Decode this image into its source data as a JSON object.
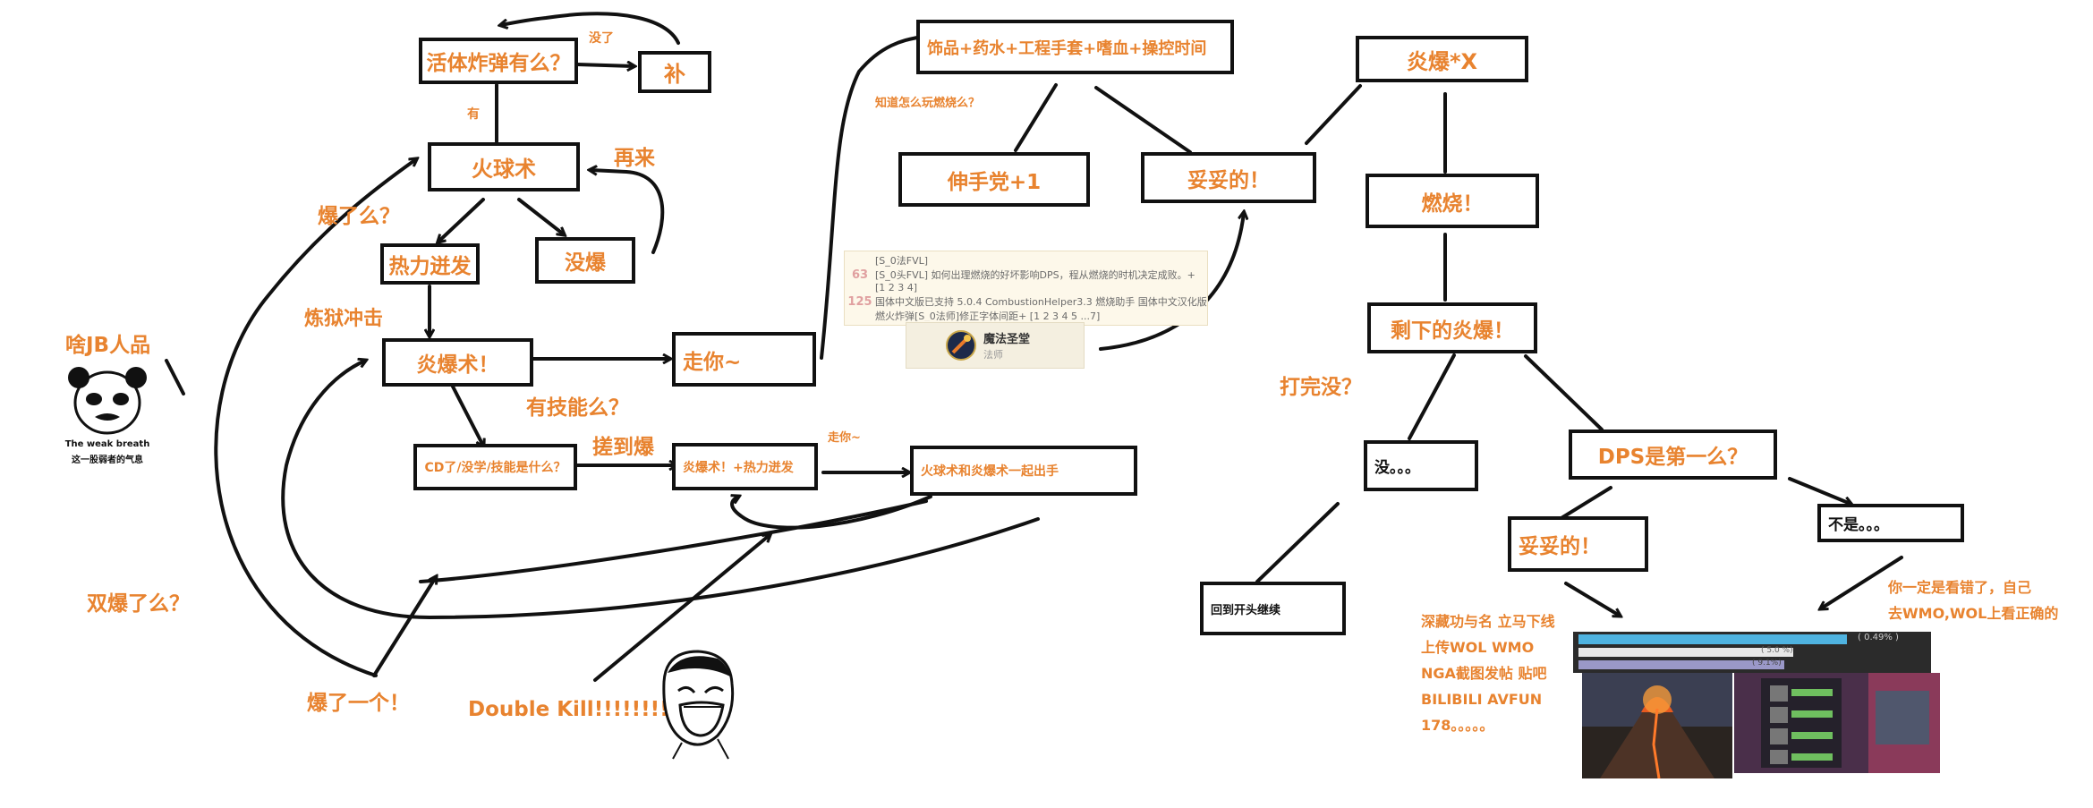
{
  "boxes": {
    "living_bomb": "活体炸弹有么？",
    "refresh": "补",
    "fireball": "火球术",
    "heating_up": "热力迸发",
    "no_crit": "没爆",
    "pyroblast": "炎爆术！",
    "walk_away": "走你~",
    "cd_question": "CD了/没学/技能是什么？",
    "pyro_plus_heat": "炎爆术！+热力迸发",
    "fireball_pyro_together": "火球术和炎爆术一起出手",
    "trinkets": "饰品+药水+工程手套+嗜血+操控时间",
    "lazy_plus_one": "伸手党+1",
    "all_good_mid": "妥妥的！",
    "pyro_x": "炎爆*X",
    "combustion": "燃烧！",
    "remaining_pyro": "剩下的炎爆！",
    "not_yet": "没。。。",
    "back_to_start": "回到开头继续",
    "dps_first": "DPS是第一么？",
    "all_good_right": "妥妥的！",
    "not_really": "不是。。。"
  },
  "labels": {
    "none_left": "没了",
    "yes": "有",
    "again": "再来",
    "did_crit": "爆了么？",
    "inferno_blast": "炼狱冲击",
    "who_luck": "啥JB人品",
    "double_crit": "双爆了么？",
    "one_crit": "爆了一个！",
    "double_kill": "Double Kill!!!!!!!!",
    "have_skill": "有技能么？",
    "got_crit": "搓到爆",
    "walk_away_small": "走你~",
    "know_combustion": "知道怎么玩燃烧么？",
    "finished": "打完没？",
    "success_note": "深藏功与名 立马下线\n上传WOL WMO\nNGA截图发帖 贴吧\nBILIBILI AVFUN\n178。。。。。",
    "wrong_note": "你一定是看错了，自己\n去WMO,WOL上看正确的",
    "panda_caption_en": "The weak breath",
    "panda_caption_cn": "这一股弱者的气息"
  },
  "forum": {
    "row1_num": "63",
    "row1_text": "[S_0头FVL] 如何出理燃烧的好坏影响DPS，程从燃烧的时机决定成败。+",
    "row1_pages": "[1 2 3 4]",
    "row2_num": "125",
    "row2_text": "国体中文版已支持 5.0.4 CombustionHelper3.3 燃烧助手 国体中文汉化版",
    "row2_sub": "燃火炸弹[S_0法师]修正字体间距+ [1 2 3 4 5 ...7]",
    "row0_text": "[S_0法FVL]",
    "forum_name": "魔法圣堂",
    "forum_sub": "法师"
  },
  "meter": {
    "row1_value": "( 0.49% )",
    "row2_value": "( 5.0 %)",
    "row3_value": "( 9.1%)"
  },
  "colors": {
    "accent": "#e8832f",
    "box_border": "#111111",
    "line": "#111111",
    "meter_bar": "#4fb3e0"
  }
}
